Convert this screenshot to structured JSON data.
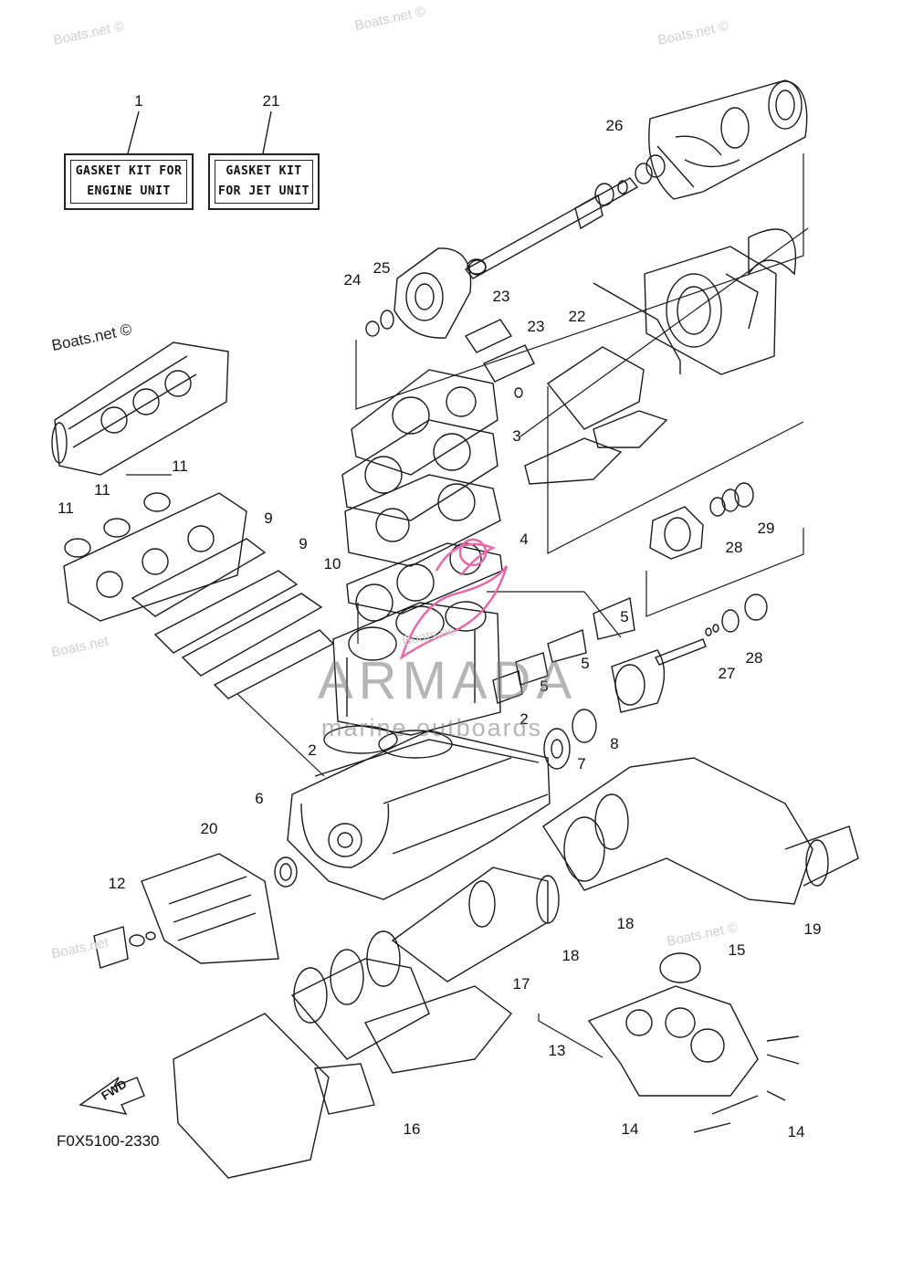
{
  "kits": {
    "engine": {
      "number": "1",
      "line1": "GASKET KIT FOR",
      "line2": "ENGINE UNIT"
    },
    "jet": {
      "number": "21",
      "line1": "GASKET KIT",
      "line2": "FOR JET UNIT"
    }
  },
  "callouts": {
    "n2a": "2",
    "n2b": "2",
    "n3": "3",
    "n4": "4",
    "n5a": "5",
    "n5b": "5",
    "n5c": "5",
    "n6": "6",
    "n7": "7",
    "n8": "8",
    "n9a": "9",
    "n9b": "9",
    "n10": "10",
    "n11a": "11",
    "n11b": "11",
    "n11c": "11",
    "n12": "12",
    "n13": "13",
    "n14a": "14",
    "n14b": "14",
    "n15": "15",
    "n16": "16",
    "n17": "17",
    "n18a": "18",
    "n18b": "18",
    "n19": "19",
    "n20": "20",
    "n22": "22",
    "n23a": "23",
    "n23b": "23",
    "n24": "24",
    "n25": "25",
    "n26": "26",
    "n27": "27",
    "n28a": "28",
    "n28b": "28",
    "n29": "29"
  },
  "watermarks": {
    "tl": "Boats.net ©",
    "tc": "Boats.net ©",
    "tr": "Boats.net ©",
    "left": "Boats.net ©",
    "ml": "Boats.net",
    "bl": "Boats.net",
    "br": "Boats.net ©",
    "mid": "Boats.ne"
  },
  "brand": {
    "name": "ARMADA",
    "tagline": "marine outboards",
    "accent": "#e46aa8"
  },
  "footer": {
    "code": "F0X5100-2330",
    "fwd": "FWD"
  },
  "colors": {
    "line": "#1a1a1a",
    "watermark": "#cfcfcf",
    "accent": "#e46aa8"
  }
}
